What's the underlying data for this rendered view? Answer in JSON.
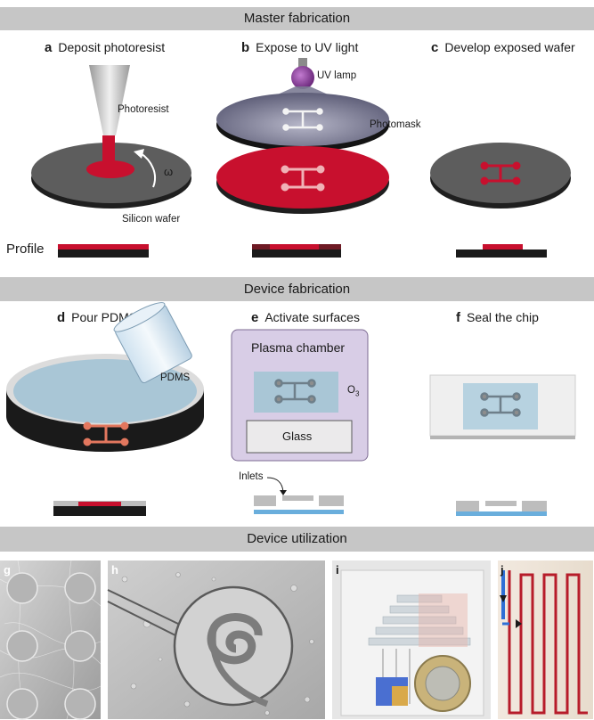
{
  "sections": {
    "master": "Master fabrication",
    "device": "Device fabrication",
    "utilization": "Device utilization"
  },
  "steps": {
    "a": {
      "letter": "a",
      "text": "Deposit photoresist"
    },
    "b": {
      "letter": "b",
      "text": "Expose to UV light"
    },
    "c": {
      "letter": "c",
      "text": "Develop exposed wafer"
    },
    "d": {
      "letter": "d",
      "text": "Pour PDMS"
    },
    "e": {
      "letter": "e",
      "text": "Activate surfaces"
    },
    "f": {
      "letter": "f",
      "text": "Seal the chip"
    }
  },
  "labels": {
    "photoresist": "Photoresist",
    "omega": "ω",
    "silicon_wafer": "Silicon wafer",
    "uv_lamp": "UV lamp",
    "photomask": "Photomask",
    "profile": "Profile",
    "pdms": "PDMS",
    "plasma_chamber": "Plasma chamber",
    "ozone": "O",
    "ozone_sub": "3",
    "glass": "Glass",
    "inlets": "Inlets"
  },
  "photos": {
    "g": "g",
    "h": "h",
    "i": "i",
    "j": "j"
  },
  "colors": {
    "banner": "#c6c6c6",
    "photoresist_red": "#c8102e",
    "wafer_gray": "#5a5a5a",
    "pdms_blue": "#a9c6d6",
    "chamber_purple": "#d8cde6",
    "glass_blue": "#6aaedc"
  }
}
